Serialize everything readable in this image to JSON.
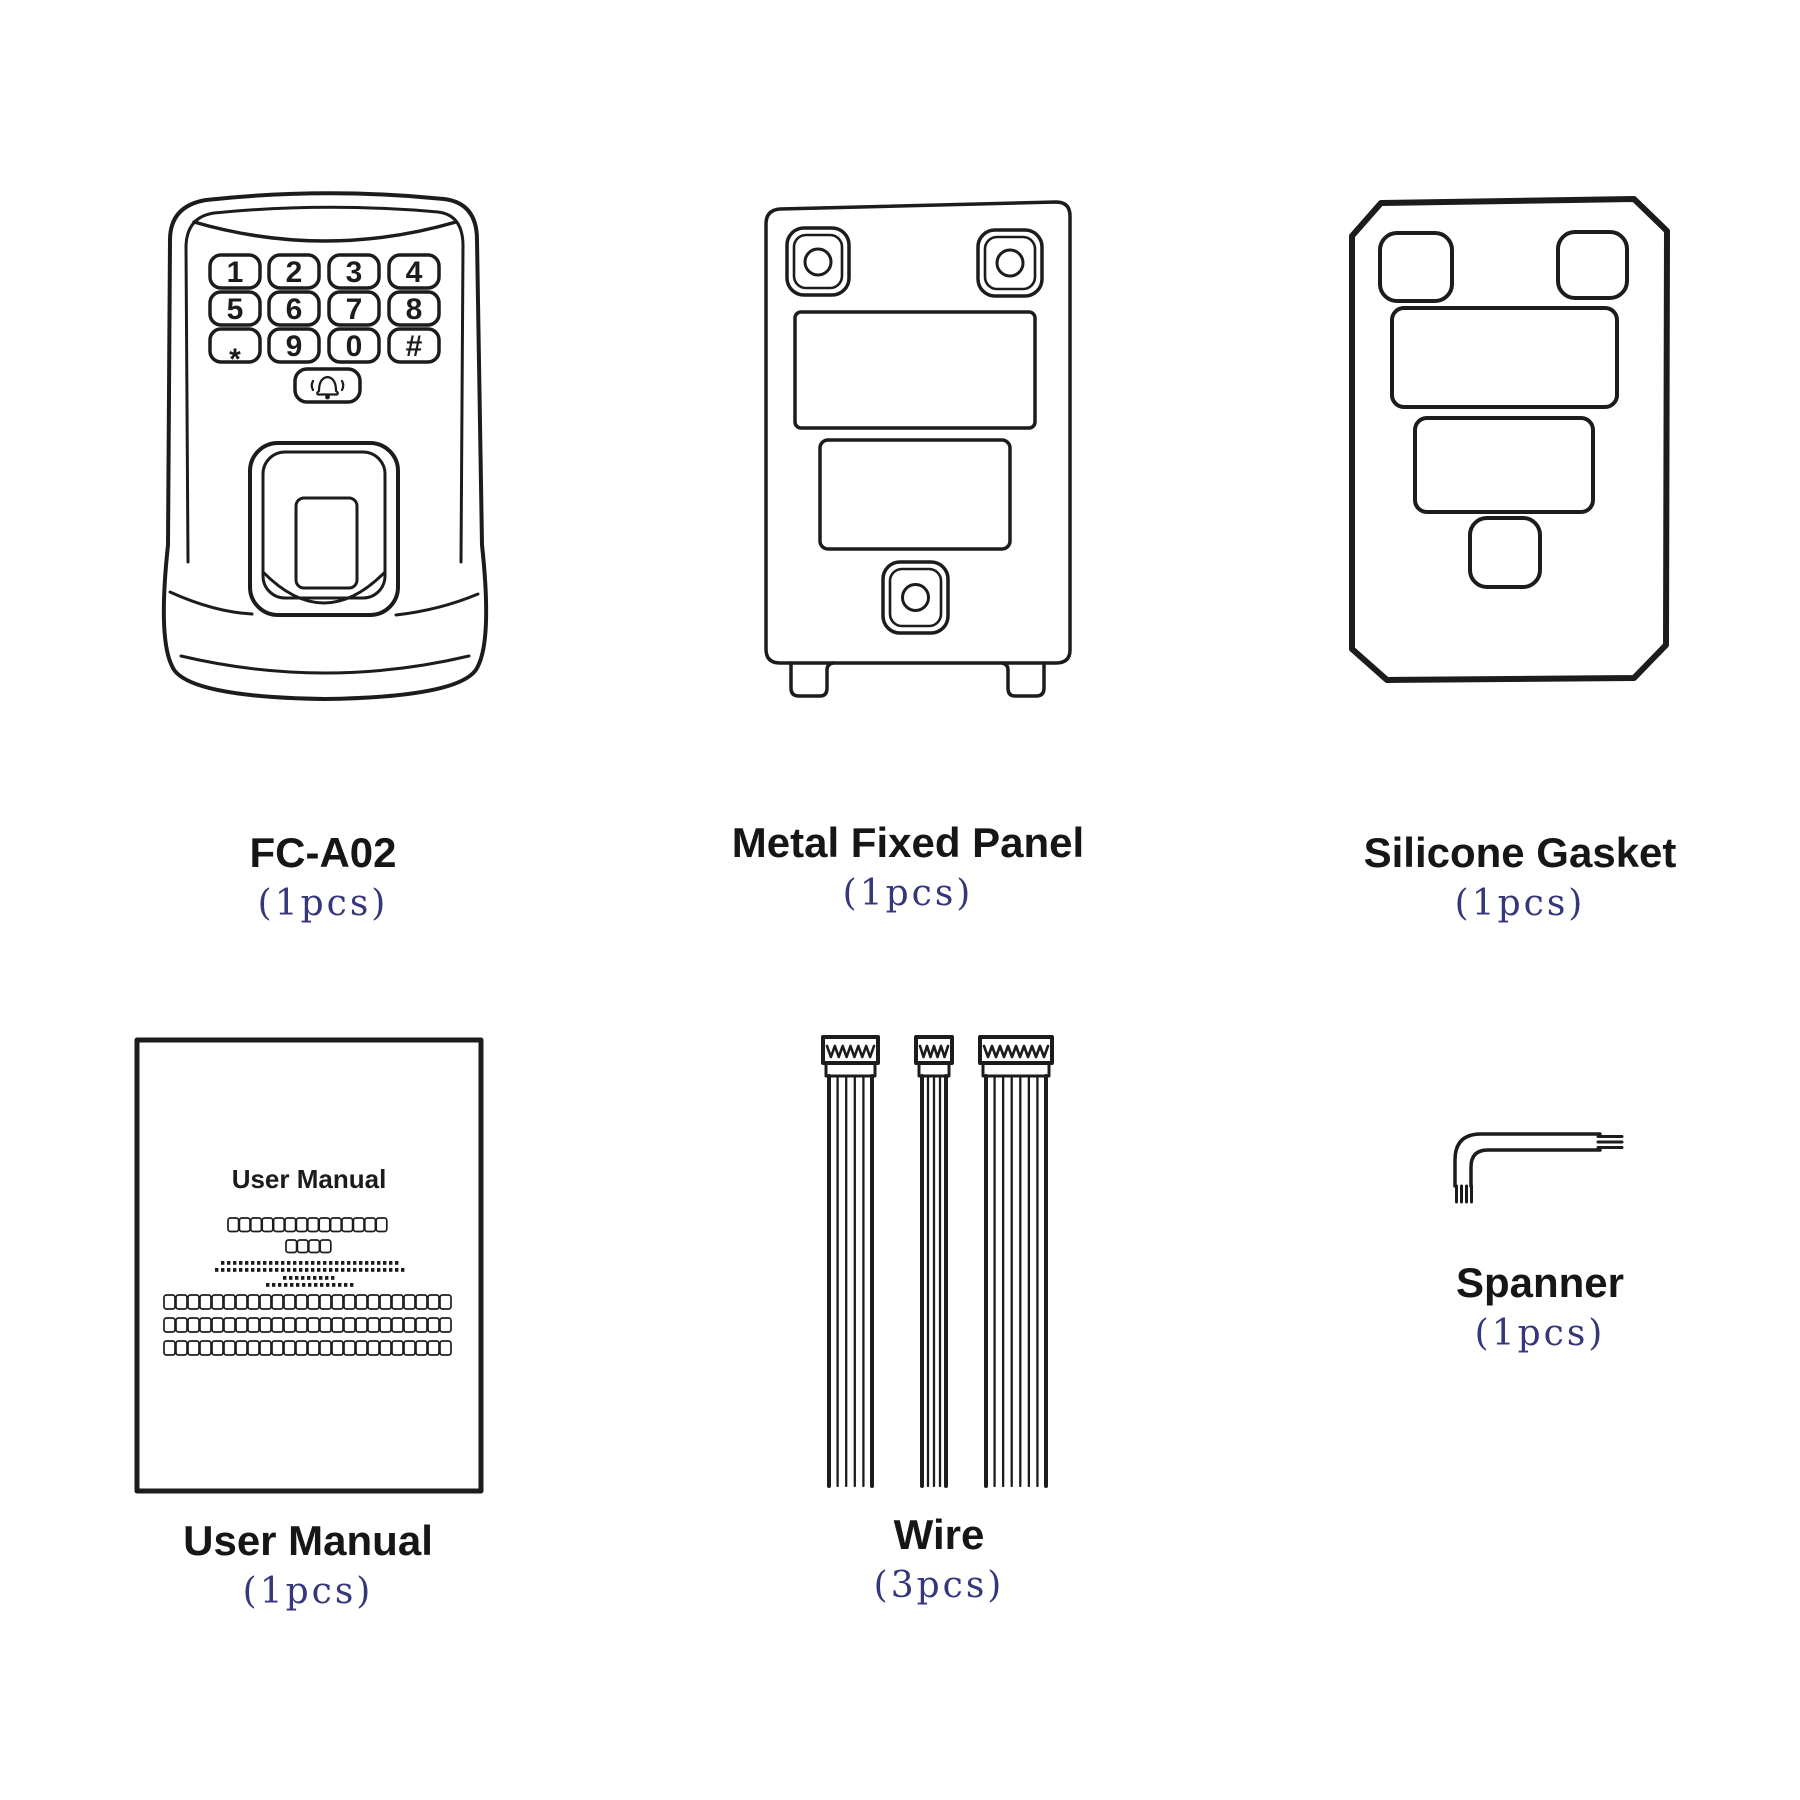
{
  "colors": {
    "line": "#1c1c1c",
    "label_text": "#161616",
    "qty_text": "#35377d",
    "background": "#ffffff"
  },
  "items": {
    "fc_a02": {
      "label": "FC-A02",
      "qty": "(1pcs)",
      "keypad": [
        "1",
        "2",
        "3",
        "4",
        "5",
        "6",
        "7",
        "8",
        "*",
        "9",
        "0",
        "#"
      ]
    },
    "metal_fixed_panel": {
      "label": "Metal Fixed Panel",
      "qty": "(1pcs)"
    },
    "silicone_gasket": {
      "label": "Silicone Gasket",
      "qty": "(1pcs)"
    },
    "user_manual": {
      "label": "User Manual",
      "qty": "(1pcs)",
      "cover_title": "User Manual"
    },
    "wire": {
      "label": "Wire",
      "qty": "(3pcs)"
    },
    "spanner": {
      "label": "Spanner",
      "qty": "(1pcs)"
    }
  }
}
